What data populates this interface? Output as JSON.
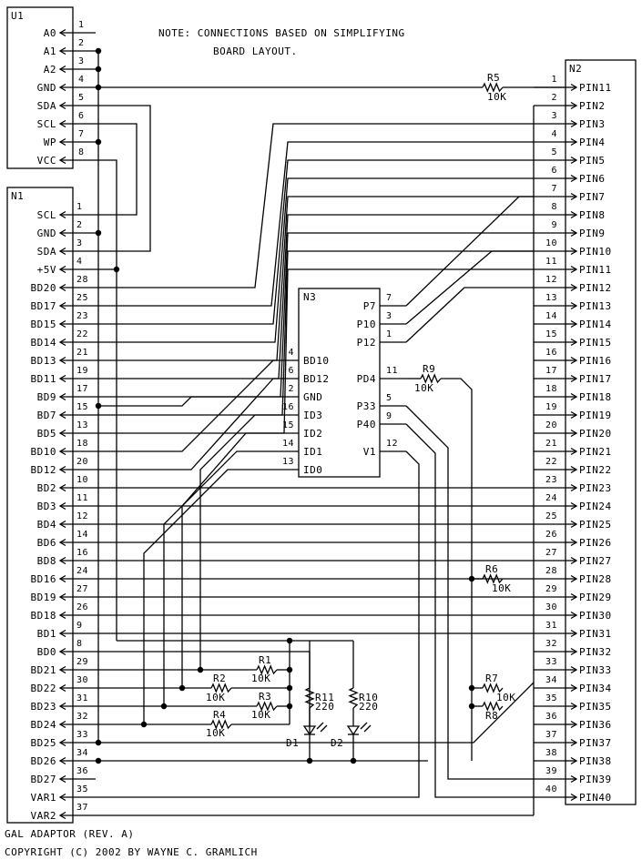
{
  "components": {
    "u1": "U1",
    "n1": "N1",
    "n2": "N2",
    "n3": "N3"
  },
  "note": {
    "line1": "NOTE: CONNECTIONS BASED ON SIMPLIFYING",
    "line2": "BOARD LAYOUT."
  },
  "footer": {
    "title": "GAL ADAPTOR (REV. A)",
    "copyright": "COPYRIGHT (C) 2002 BY WAYNE C. GRAMLICH"
  },
  "u1_pins": [
    {
      "num": "1",
      "label": "A0"
    },
    {
      "num": "2",
      "label": "A1"
    },
    {
      "num": "3",
      "label": "A2"
    },
    {
      "num": "4",
      "label": "GND"
    },
    {
      "num": "5",
      "label": "SDA"
    },
    {
      "num": "6",
      "label": "SCL"
    },
    {
      "num": "7",
      "label": "WP"
    },
    {
      "num": "8",
      "label": "VCC"
    }
  ],
  "n1_pins": [
    {
      "num": "1",
      "label": "SCL"
    },
    {
      "num": "2",
      "label": "GND"
    },
    {
      "num": "3",
      "label": "SDA"
    },
    {
      "num": "4",
      "label": "+5V"
    },
    {
      "num": "28",
      "label": "BD20"
    },
    {
      "num": "25",
      "label": "BD17"
    },
    {
      "num": "23",
      "label": "BD15"
    },
    {
      "num": "22",
      "label": "BD14"
    },
    {
      "num": "21",
      "label": "BD13"
    },
    {
      "num": "19",
      "label": "BD11"
    },
    {
      "num": "17",
      "label": "BD9"
    },
    {
      "num": "15",
      "label": "BD7"
    },
    {
      "num": "13",
      "label": "BD5"
    },
    {
      "num": "18",
      "label": "BD10"
    },
    {
      "num": "20",
      "label": "BD12"
    },
    {
      "num": "10",
      "label": "BD2"
    },
    {
      "num": "11",
      "label": "BD3"
    },
    {
      "num": "12",
      "label": "BD4"
    },
    {
      "num": "14",
      "label": "BD6"
    },
    {
      "num": "16",
      "label": "BD8"
    },
    {
      "num": "24",
      "label": "BD16"
    },
    {
      "num": "27",
      "label": "BD19"
    },
    {
      "num": "26",
      "label": "BD18"
    },
    {
      "num": "9",
      "label": "BD1"
    },
    {
      "num": "8",
      "label": "BD0"
    },
    {
      "num": "29",
      "label": "BD21"
    },
    {
      "num": "30",
      "label": "BD22"
    },
    {
      "num": "31",
      "label": "BD23"
    },
    {
      "num": "32",
      "label": "BD24"
    },
    {
      "num": "33",
      "label": "BD25"
    },
    {
      "num": "34",
      "label": "BD26"
    },
    {
      "num": "36",
      "label": "BD27"
    },
    {
      "num": "35",
      "label": "VAR1"
    },
    {
      "num": "37",
      "label": "VAR2"
    }
  ],
  "n2_pins": [
    {
      "num": "1",
      "label": "PIN11"
    },
    {
      "num": "2",
      "label": "PIN2"
    },
    {
      "num": "3",
      "label": "PIN3"
    },
    {
      "num": "4",
      "label": "PIN4"
    },
    {
      "num": "5",
      "label": "PIN5"
    },
    {
      "num": "6",
      "label": "PIN6"
    },
    {
      "num": "7",
      "label": "PIN7"
    },
    {
      "num": "8",
      "label": "PIN8"
    },
    {
      "num": "9",
      "label": "PIN9"
    },
    {
      "num": "10",
      "label": "PIN10"
    },
    {
      "num": "11",
      "label": "PIN11"
    },
    {
      "num": "12",
      "label": "PIN12"
    },
    {
      "num": "13",
      "label": "PIN13"
    },
    {
      "num": "14",
      "label": "PIN14"
    },
    {
      "num": "15",
      "label": "PIN15"
    },
    {
      "num": "16",
      "label": "PIN16"
    },
    {
      "num": "17",
      "label": "PIN17"
    },
    {
      "num": "18",
      "label": "PIN18"
    },
    {
      "num": "19",
      "label": "PIN19"
    },
    {
      "num": "20",
      "label": "PIN20"
    },
    {
      "num": "21",
      "label": "PIN21"
    },
    {
      "num": "22",
      "label": "PIN22"
    },
    {
      "num": "23",
      "label": "PIN23"
    },
    {
      "num": "24",
      "label": "PIN24"
    },
    {
      "num": "25",
      "label": "PIN25"
    },
    {
      "num": "26",
      "label": "PIN26"
    },
    {
      "num": "27",
      "label": "PIN27"
    },
    {
      "num": "28",
      "label": "PIN28"
    },
    {
      "num": "29",
      "label": "PIN29"
    },
    {
      "num": "30",
      "label": "PIN30"
    },
    {
      "num": "31",
      "label": "PIN31"
    },
    {
      "num": "32",
      "label": "PIN32"
    },
    {
      "num": "33",
      "label": "PIN33"
    },
    {
      "num": "34",
      "label": "PIN34"
    },
    {
      "num": "35",
      "label": "PIN35"
    },
    {
      "num": "36",
      "label": "PIN36"
    },
    {
      "num": "37",
      "label": "PIN37"
    },
    {
      "num": "38",
      "label": "PIN38"
    },
    {
      "num": "39",
      "label": "PIN39"
    },
    {
      "num": "40",
      "label": "PIN40"
    }
  ],
  "n3_left_pins": [
    {
      "num": "4",
      "label": "BD10"
    },
    {
      "num": "6",
      "label": "BD12"
    },
    {
      "num": "2",
      "label": "GND"
    },
    {
      "num": "16",
      "label": "ID3"
    },
    {
      "num": "15",
      "label": "ID2"
    },
    {
      "num": "14",
      "label": "ID1"
    },
    {
      "num": "13",
      "label": "ID0"
    }
  ],
  "n3_right_pins": [
    {
      "num": "7",
      "label": "P7"
    },
    {
      "num": "3",
      "label": "P10"
    },
    {
      "num": "1",
      "label": "P12"
    },
    {
      "num": "11",
      "label": "PD4"
    },
    {
      "num": "5",
      "label": "P33"
    },
    {
      "num": "9",
      "label": "P40"
    },
    {
      "num": "12",
      "label": "V1"
    }
  ],
  "resistors": [
    {
      "ref": "R5",
      "value": "10K"
    },
    {
      "ref": "R9",
      "value": "10K"
    },
    {
      "ref": "R6",
      "value": "10K"
    },
    {
      "ref": "R7",
      "value": "10K"
    },
    {
      "ref": "R8",
      "value": ""
    },
    {
      "ref": "R1",
      "value": "10K"
    },
    {
      "ref": "R2",
      "value": "10K"
    },
    {
      "ref": "R3",
      "value": "10K"
    },
    {
      "ref": "R4",
      "value": "10K"
    },
    {
      "ref": "R11",
      "value": "220"
    },
    {
      "ref": "R10",
      "value": "220"
    }
  ],
  "diodes": [
    {
      "ref": "D1"
    },
    {
      "ref": "D2"
    }
  ]
}
